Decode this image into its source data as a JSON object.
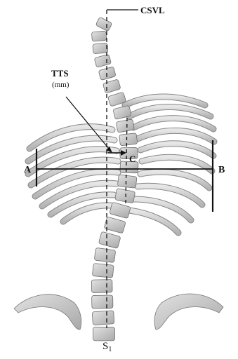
{
  "labels": {
    "csvl": "CSVL",
    "tts": "TTS",
    "tts_unit": "(mm)",
    "point_a": "A",
    "point_b": "B",
    "point_c": "C",
    "sacrum_letter": "S",
    "sacrum_sub": "1"
  }
}
